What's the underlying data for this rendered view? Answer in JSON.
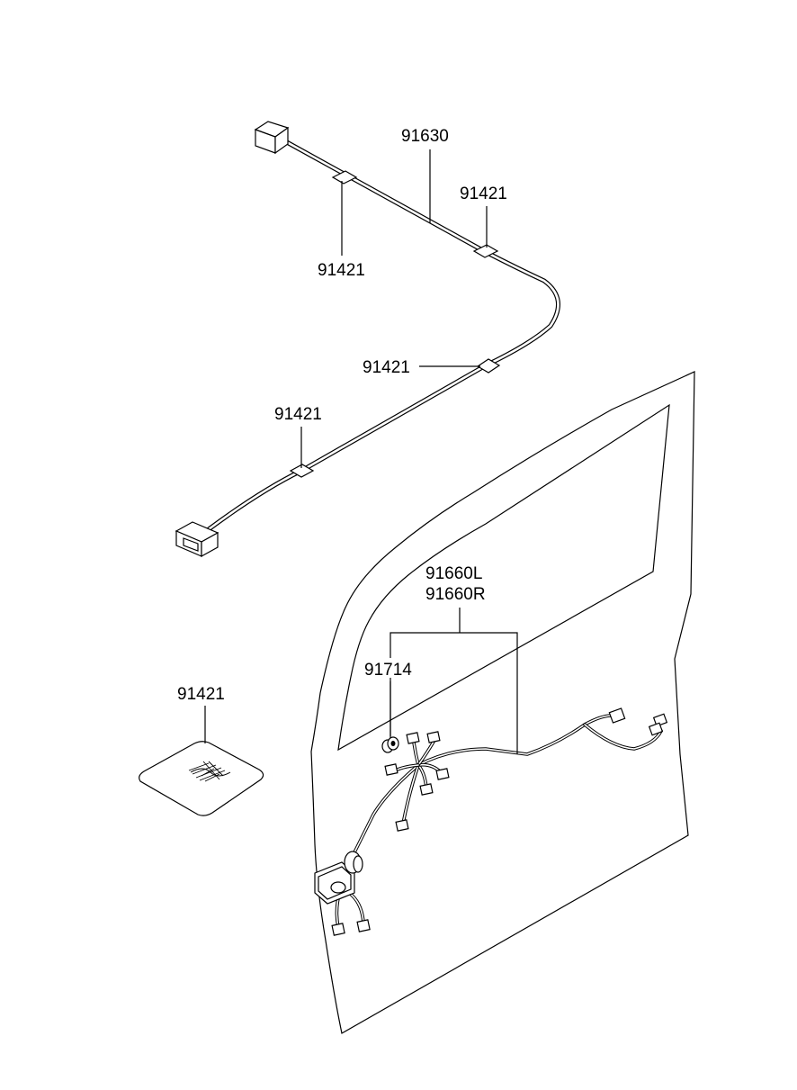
{
  "diagram": {
    "labels": {
      "cable_main": "91630",
      "tape_upper_right": "91421",
      "tape_upper_left": "91421",
      "tape_middle": "91421",
      "tape_lower": "91421",
      "harness_left": "91660L",
      "harness_right": "91660R",
      "grommet": "91714",
      "pad": "91421"
    }
  }
}
